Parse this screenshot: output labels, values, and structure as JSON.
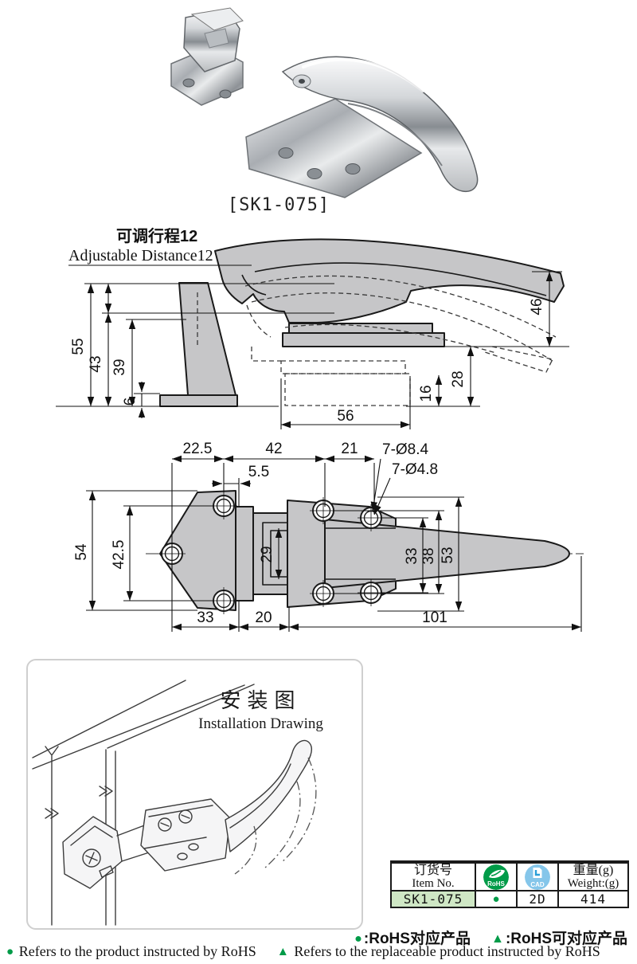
{
  "photo": {
    "label": "[SK1-075]"
  },
  "side_view": {
    "note_cn": "可调行程12",
    "note_en": "Adjustable Distance12",
    "dims": {
      "h55": "55",
      "h43": "43",
      "h39": "39",
      "h6": "6",
      "v46": "46",
      "v28": "28",
      "v16": "16",
      "w56": "56"
    }
  },
  "top_view": {
    "dims": {
      "w22_5": "22.5",
      "w42": "42",
      "w21": "21",
      "w5_5": "5.5",
      "holes_outer": "7-Ø8.4",
      "holes_inner": "7-Ø4.8",
      "h54": "54",
      "h42_5": "42.5",
      "h29": "29",
      "r33": "33",
      "r38": "38",
      "r53": "53",
      "b33": "33",
      "b20": "20",
      "b101": "101"
    }
  },
  "installation": {
    "title_cn": "安装图",
    "title_en": "Installation Drawing"
  },
  "spec_table": {
    "item_header_cn": "订货号",
    "item_header_en": "Item No.",
    "rohs_badge_text": "RoHS",
    "cad_badge_text": "CAD",
    "weight_header_cn": "重量(g)",
    "weight_header_en": "Weight:(g)",
    "row": {
      "item_no": "SK1-075",
      "rohs_mark": "●",
      "cad": "2D",
      "weight": "414"
    }
  },
  "legend": {
    "dot_cn": {
      "glyph": "●",
      "text": ":RoHS对应产品"
    },
    "tri_cn": {
      "glyph": "▲",
      "text": ":RoHS可对应产品"
    },
    "dot_en": {
      "glyph": "●",
      "text": " Refers to the product instructed by RoHS"
    },
    "tri_en": {
      "glyph": "▲",
      "text": " Refers to the replaceable product instructed by RoHS"
    }
  },
  "colors": {
    "drawing_fill": "#c6c6c8",
    "outline": "#1a1a1a",
    "table_header_bg": "#c1c1c1",
    "item_cell_bg": "#cfe7c5",
    "rohs_green": "#009b48",
    "cad_blue": "#85c6ea",
    "box_border": "#cfcfcf"
  }
}
